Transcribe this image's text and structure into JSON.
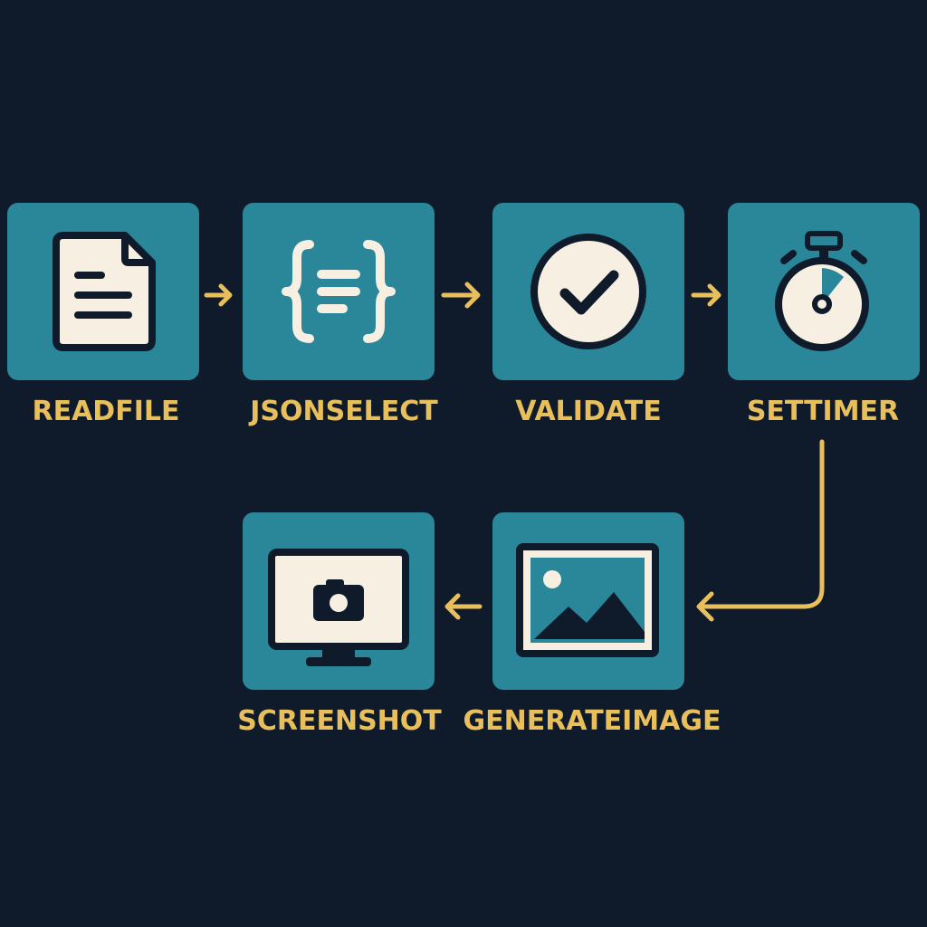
{
  "diagram": {
    "colors": {
      "background": "#0f1b2b",
      "tile": "#2a8799",
      "label": "#e9bf5c",
      "icon_fill": "#f6efe2",
      "icon_stroke": "#0f1b2b",
      "arrow": "#e9bf5c"
    },
    "steps": [
      {
        "label": "READFILE",
        "icon": "document-icon"
      },
      {
        "label": "JSONSELECT",
        "icon": "json-braces-icon"
      },
      {
        "label": "VALIDATE",
        "icon": "checkmark-circle-icon"
      },
      {
        "label": "SETTIMER",
        "icon": "stopwatch-icon"
      },
      {
        "label": "GENERATEIMAGE",
        "icon": "image-icon"
      },
      {
        "label": "SCREENSHOT",
        "icon": "monitor-camera-icon"
      }
    ],
    "edges": [
      {
        "from": "READFILE",
        "to": "JSONSELECT"
      },
      {
        "from": "JSONSELECT",
        "to": "VALIDATE"
      },
      {
        "from": "VALIDATE",
        "to": "SETTIMER"
      },
      {
        "from": "SETTIMER",
        "to": "GENERATEIMAGE"
      },
      {
        "from": "GENERATEIMAGE",
        "to": "SCREENSHOT"
      }
    ]
  }
}
